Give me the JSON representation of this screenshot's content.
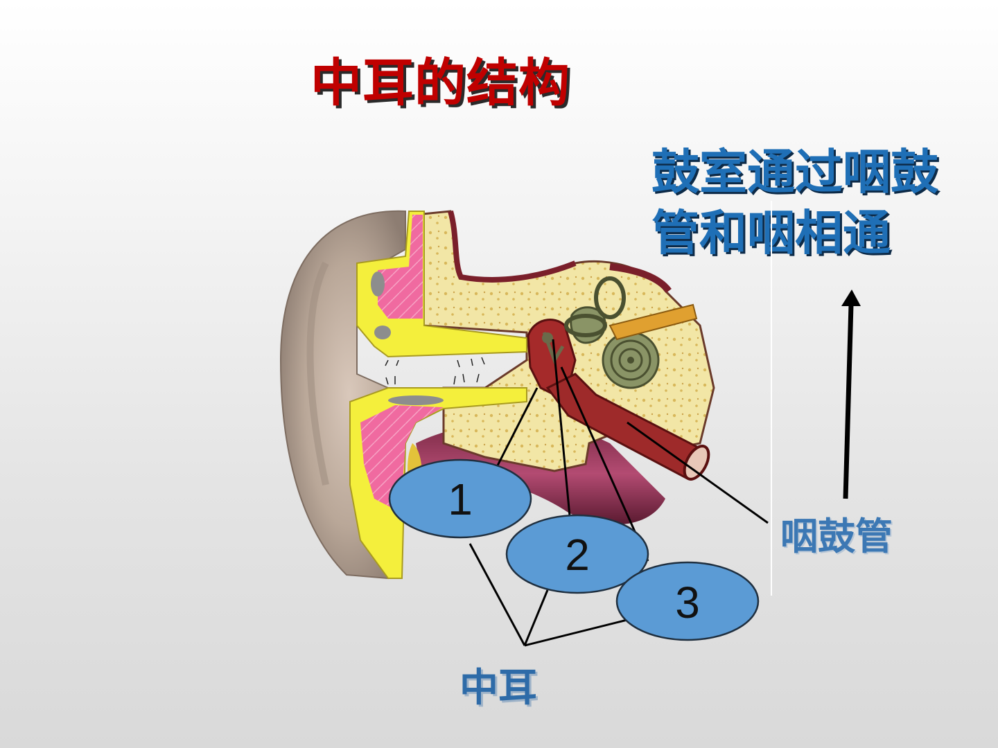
{
  "slide": {
    "title": "中耳的结构",
    "note_line1": "鼓室通过咽鼓",
    "note_line2": "管和咽相通",
    "eustachian_label": "咽鼓管",
    "middle_ear_label": "中耳"
  },
  "callouts": [
    {
      "number": "1"
    },
    {
      "number": "2"
    },
    {
      "number": "3"
    }
  ],
  "colors": {
    "title": "#c00000",
    "note": "#1f6fb6",
    "label": "#3c78b4",
    "callout_fill": "#5b9bd5",
    "bone": "#f2e6a6",
    "cartilage": "#f06aa0",
    "skin": "#f4ef3c",
    "inner_ear": "#8a9466",
    "tube": "#9e2a2a"
  }
}
